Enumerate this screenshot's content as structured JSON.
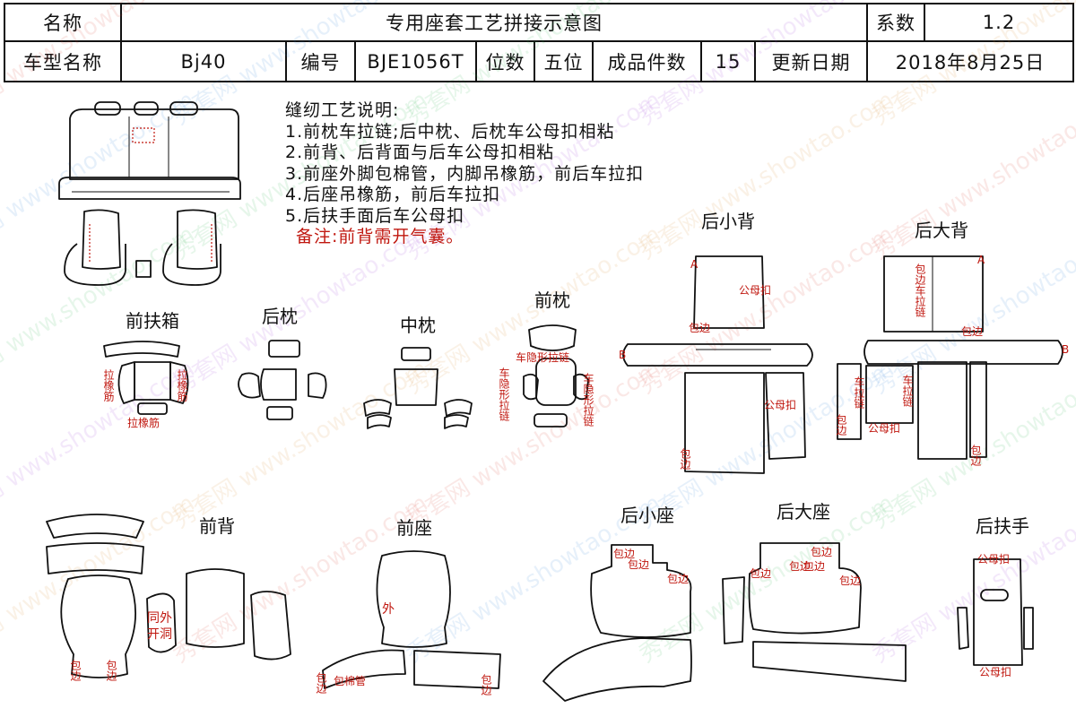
{
  "header": {
    "name_label": "名称",
    "title": "专用座套工艺拼接示意图",
    "coef_label": "系数",
    "coef_value": "1.2",
    "model_label": "车型名称",
    "model_value": "Bj40",
    "code_label": "编号",
    "code_value": "BJE1056T",
    "seats_label": "位数",
    "seats_value": "五位",
    "pieces_label": "成品件数",
    "pieces_value": "15",
    "date_label": "更新日期",
    "date_value": "2018年8月25日"
  },
  "notes": {
    "title": "缝纫工艺说明:",
    "items": [
      "1.前枕车拉链;后中枕、后枕车公母扣相粘",
      "2.前背、后背面与后车公母扣相粘",
      "3.前座外脚包棉管，内脚吊橡筋，前后车拉扣",
      "4.后座吊橡筋，前后车拉扣",
      "5.后扶手面后车公母扣"
    ],
    "remark": "备注:前背需开气囊。"
  },
  "parts": {
    "front_armbox": "前扶箱",
    "rear_headrest": "后枕",
    "middle_headrest": "中枕",
    "front_headrest": "前枕",
    "rear_small_back": "后小背",
    "rear_big_back": "后大背",
    "front_back": "前背",
    "front_seat": "前座",
    "rear_small_seat": "后小座",
    "rear_big_seat": "后大座",
    "rear_armrest": "后扶手"
  },
  "marks": {
    "pull_elastic": "拉橡筋",
    "pull_elastic_v": "拉橡筋",
    "hidden_zipper": "车隐形拉链",
    "hidden_zipper_v": "车隐形拉链",
    "male_female_buckle": "公母扣",
    "hem": "包边",
    "hem_v": "包边",
    "hem_zipper_v": "包边车拉链",
    "zipper_v": "车拉链",
    "sew_with": "同外",
    "open_hole": "开洞",
    "outer": "外",
    "cotton_tube": "包棉管",
    "letter_a": "A",
    "letter_b": "B"
  },
  "watermark": {
    "text1": "秀套网",
    "text2": "www.showtao.com"
  }
}
